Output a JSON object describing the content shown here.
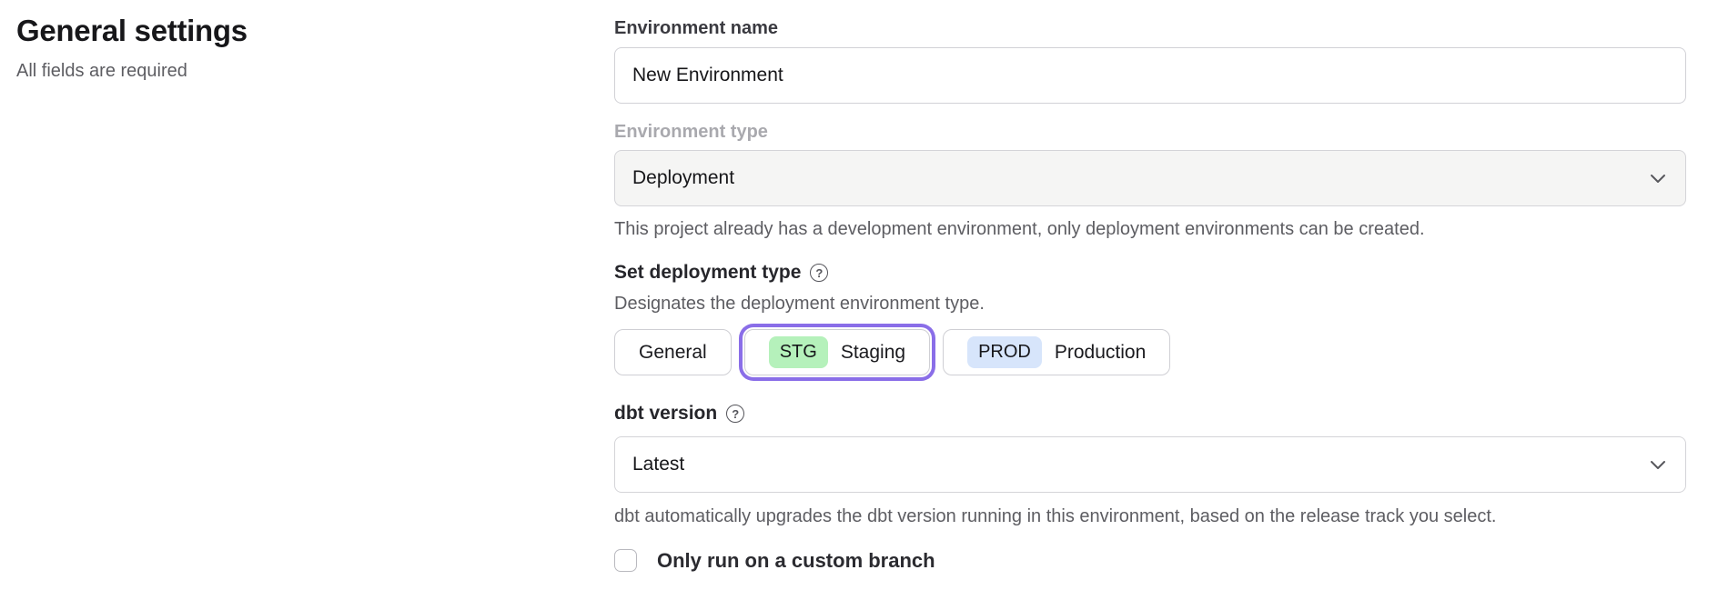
{
  "intro": {
    "title": "General settings",
    "subtitle": "All fields are required"
  },
  "form": {
    "environment_name": {
      "label": "Environment name",
      "value": "New Environment"
    },
    "environment_type": {
      "label": "Environment type",
      "value": "Deployment",
      "disabled": true,
      "helper": "This project already has a development environment, only deployment environments can be created."
    },
    "deployment_type": {
      "label": "Set deployment type",
      "help_glyph": "?",
      "description": "Designates the deployment environment type.",
      "options": [
        {
          "label": "General",
          "selected": false
        },
        {
          "label": "Staging",
          "badge": "STG",
          "badge_color": "#b5f1bb",
          "selected": true
        },
        {
          "label": "Production",
          "badge": "PROD",
          "badge_color": "#d7e5fb",
          "selected": false
        }
      ]
    },
    "dbt_version": {
      "label": "dbt version",
      "help_glyph": "?",
      "value": "Latest",
      "helper": "dbt automatically upgrades the dbt version running in this environment, based on the release track you select."
    },
    "custom_branch": {
      "label": "Only run on a custom branch",
      "checked": false
    }
  },
  "icons": {
    "chevron_down": "chevron-down",
    "help": "question-mark-circle",
    "checkbox": "checkbox-unchecked"
  },
  "colors": {
    "accent_ring": "#8a6ee8",
    "staging_badge_bg": "#b5f1bb",
    "production_badge_bg": "#d7e5fb",
    "disabled_select_bg": "#f5f5f4"
  }
}
